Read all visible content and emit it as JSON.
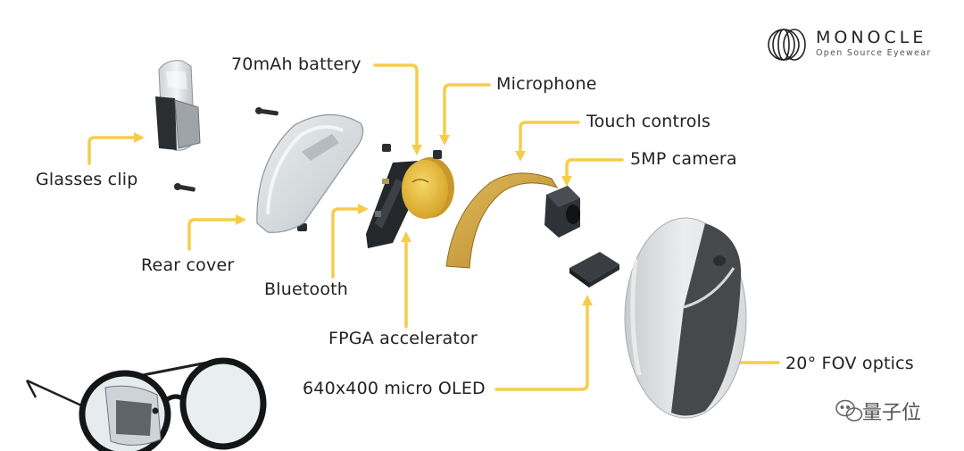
{
  "brand": {
    "name": "MONOCLE",
    "tagline": "Open Source Eyewear"
  },
  "labels": {
    "battery": "70mAh battery",
    "microphone": "Microphone",
    "touch_controls": "Touch controls",
    "camera": "5MP camera",
    "glasses_clip": "Glasses clip",
    "rear_cover": "Rear cover",
    "bluetooth": "Bluetooth",
    "fpga": "FPGA accelerator",
    "oled": "640x400 micro OLED",
    "optics": "20° FOV optics"
  },
  "watermark": {
    "text": "量子位"
  },
  "colors": {
    "leader": "#f5cd4c",
    "battery_gold": "#e6b83a",
    "flex_gold": "#c99a36",
    "text": "#222222"
  }
}
